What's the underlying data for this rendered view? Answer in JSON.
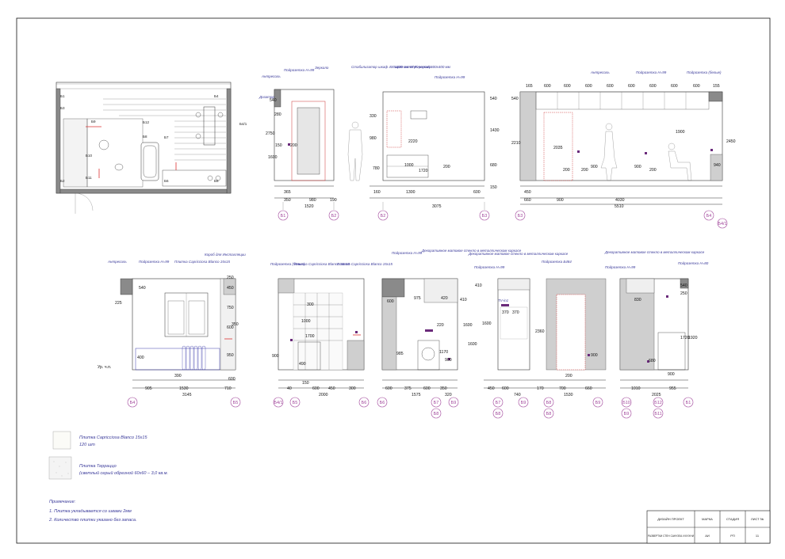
{
  "plan": {
    "marks": [
      "Б1",
      "Б2",
      "Б3",
      "Б4",
      "Б4/1",
      "Б5",
      "Б6",
      "Б7",
      "Б8",
      "Б9",
      "Б10",
      "Б11",
      "Б12"
    ]
  },
  "views": [
    {
      "id": "v1",
      "labels": [
        "Антресоль",
        "Подрозетка Н=99",
        "Зеркало",
        "Дозатор"
      ],
      "dims": [
        "540",
        "280",
        "2750",
        "150",
        "200",
        "1600",
        "365",
        "350",
        "980",
        "190",
        "1520"
      ],
      "axes": [
        "Б1",
        "Б2"
      ]
    },
    {
      "id": "v2",
      "labels": [
        "Стабилизатор шкаф 400х400 мм Wi-Fi роутер",
        "Щит электрический 600х400 мм",
        "Подрозетка Н=99"
      ],
      "dims": [
        "330",
        "980",
        "2220",
        "1000",
        "1720",
        "200",
        "780",
        "540",
        "1430",
        "680",
        "160",
        "1300",
        "600",
        "150",
        "3075"
      ],
      "axes": [
        "Б2",
        "Б3"
      ]
    },
    {
      "id": "v3",
      "labels": [
        "Антресоль",
        "Подрозетка Н=99",
        "Подрозетка (белые)"
      ],
      "dims": [
        "165",
        "600",
        "600",
        "600",
        "600",
        "600",
        "600",
        "600",
        "600",
        "155",
        "540",
        "2210",
        "2035",
        "1900",
        "200",
        "200",
        "900",
        "900",
        "200",
        "2450",
        "940",
        "450",
        "660",
        "900",
        "4030",
        "5510"
      ],
      "axes": [
        "Б3",
        "Б4",
        "Б4/1"
      ]
    },
    {
      "id": "v4",
      "labels": [
        "Антресоль",
        "Подрозетка Н=99",
        "Плитка Capricciosa Blanco 15х15",
        "Короб для Инсталляции"
      ],
      "dims": [
        "250",
        "540",
        "450",
        "750",
        "600",
        "350",
        "225",
        "950",
        "400",
        "390",
        "600",
        "905",
        "1530",
        "710",
        "3145",
        "Ур. ч.п."
      ],
      "axes": [
        "Б4",
        "Б5"
      ]
    },
    {
      "id": "v5",
      "labels": [
        "Подрозетка (белые)",
        "Плитка Capricciosa Blanco 15х15",
        "Плитка Capricciosa Blanco 15х15"
      ],
      "dims": [
        "300",
        "1000",
        "1700",
        "490",
        "900",
        "40",
        "150",
        "600",
        "450",
        "300",
        "2000"
      ],
      "axes": [
        "Б4/1",
        "Б5",
        "Б6"
      ]
    },
    {
      "id": "v6",
      "labels": [
        "Подрозетка Н=99",
        "Декоративное матовое стекло в металлическом каркасе",
        "Декоративное матовое стекло в металлическом каркасе",
        "Подрозетка Н=99"
      ],
      "dims": [
        "600",
        "975",
        "420",
        "410",
        "220",
        "985",
        "1170",
        "900",
        "600",
        "375",
        "600",
        "350",
        "1575",
        "320",
        "1600",
        "1600"
      ],
      "axes": [
        "Б6",
        "Б7",
        "Б8",
        "Б9"
      ]
    },
    {
      "id": "v7",
      "labels": [
        "TV-in1",
        "Подрозетка Б484"
      ],
      "dims": [
        "410",
        "370",
        "370",
        "1600",
        "2360",
        "450",
        "600",
        "740",
        "170",
        "700",
        "660",
        "1530",
        "200",
        "900"
      ],
      "axes": [
        "Б7",
        "Б8",
        "Б9",
        "Б8",
        "Б8",
        "Б9"
      ]
    },
    {
      "id": "v8",
      "labels": [
        "Декоративное матовое стекло в металлическом каркасе",
        "Подрозетка Н=99",
        "Подрозетка Н=80"
      ],
      "dims": [
        "830",
        "540",
        "250",
        "1720",
        "1920",
        "900",
        "1010",
        "955",
        "2025",
        "680"
      ],
      "axes": [
        "Б10",
        "Б12",
        "Б1",
        "Б9",
        "Б11"
      ]
    }
  ],
  "legend": [
    {
      "name": "Плитка Capricciosa Blanco 15х15",
      "qty": "120 шт"
    },
    {
      "name": "Плитка Терраццо",
      "qty": "(светлый серый обрезной 60х60 – 3,0 кв.м."
    }
  ],
  "notes": {
    "title": "Примечание:",
    "items": [
      "1. Плитка укладывается со швами 2мм",
      "2. Количество плитки указано без запаса."
    ]
  },
  "title_block": {
    "h1": "ДИЗАЙН ПРОЕКТ",
    "h2": "МАРКА",
    "h3": "СТАДИЯ",
    "h4": "ЛИСТ №",
    "v1": "РАЗВЕРТКИ СТЕН САНУЗЛА И КУХНИ",
    "v2": "АИ",
    "v3": "РП",
    "v4": "11"
  }
}
